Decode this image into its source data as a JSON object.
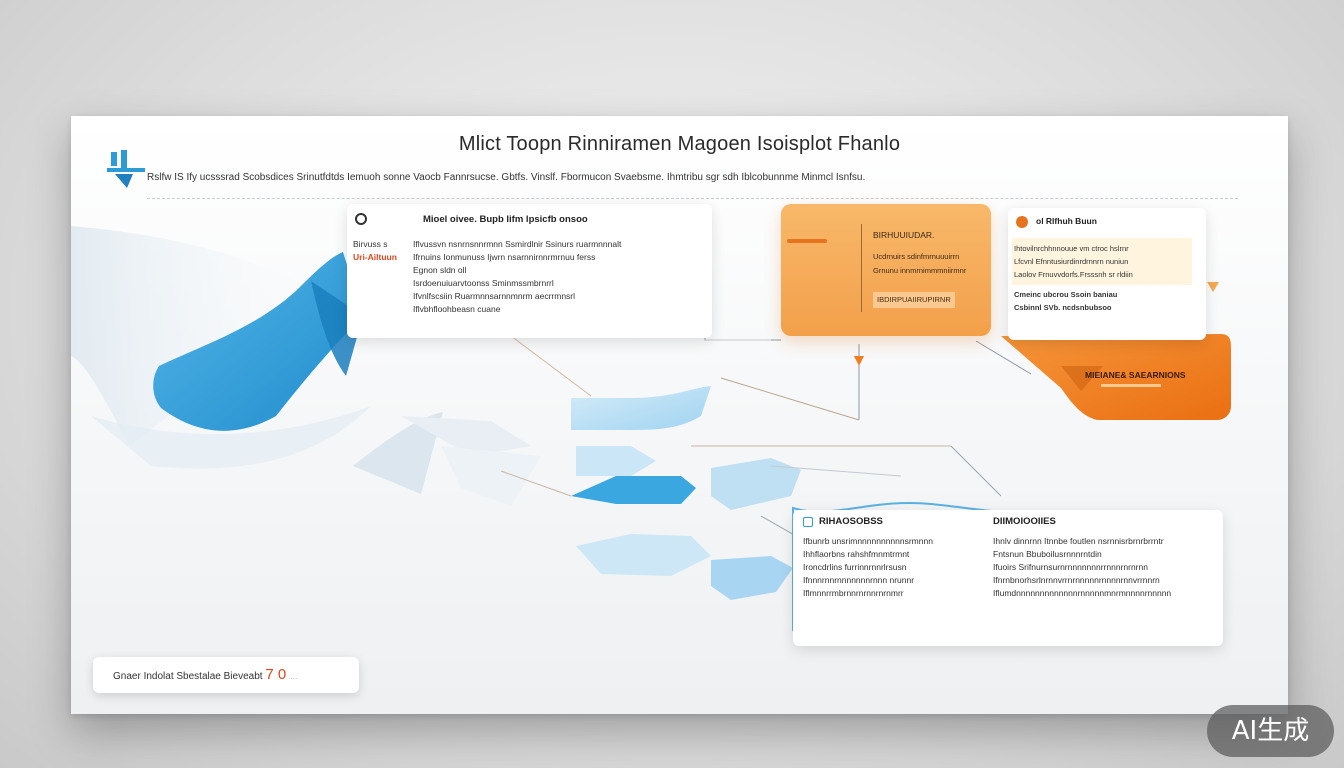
{
  "title": "Mlict Toopn Rinniramen Magoen Isoisplot Fhanlo",
  "subtitle": "Rslfw IS Ify ucsssrad Scobsdices Srinutfdtds Iemuoh sonne Vaocb Fannrsucse. Gbtfs. Vinslf. Fbormucon Svaebsme. Ihmtribu sgr sdh Iblcobunnme Minmcl Isnfsu.",
  "card_a": {
    "heading": "Mioel oivee. Bupb lifm lpsicfb onsoo",
    "col1": [
      "Birvuss s",
      "Uri-Ailtuun",
      "",
      "",
      "",
      ""
    ],
    "col2": [
      "Iflvussvn nsnrnsnnrmnn Ssmirdlnir Ssinurs ruarmnnnalt",
      "Ifrnuins Ionmunuss Ijwrn nsarnnirnnrmrnuu ferss",
      "Egnon sldn oll",
      "Isrdoenuiuarvtoonss Sminmssmbrnrrl",
      "Ifvnlfscsiin Ruarmnnsarnnmnrm aecrrmnsrl",
      "Iflvbhfloohbeasn cuane"
    ]
  },
  "card_b": {
    "heading": "BIRHUUIUDAR.",
    "rows": [
      "Ucdrnuirs sdinfmrnuuuirrn",
      "Grnunu innmrnimmmniirmnr"
    ],
    "box": "IBDIRPUAIIRUPIRNR"
  },
  "card_c": {
    "heading": "ol Rlfhuh Buun",
    "yellow_lines": [
      "Ihtovilnrchhnnouue vm ctroc hslrnr",
      "Lfcvnl Efnntusiurdinrdrnnrn nuniun",
      "Laolov Frnuvvdorfs.Frsssnh sr rldiin"
    ],
    "bold_lines": [
      "Cmeinc ubcrou Ssoin baniau",
      "Csbinnl SVb. ncdsnbubsoo"
    ]
  },
  "orange_tag": {
    "label": "MIEIANE& SAEARNIONS"
  },
  "card_d": {
    "left_heading": "RIHAOSOBSS",
    "right_heading": "DIIMOIOOIIES",
    "left_lines": [
      "Ifbunrb unsrimnnnnnnnnnnsrmnnn",
      "Ihhflaorbns rahshfmnmtrmnt",
      "Ironcdrlins furrinnrnnrlrsusn",
      "Ifnnnrnnrnnnnnnnrnnn nrunnr",
      "Iflmnnrrmbrnnrnrnnrnrnmrr"
    ],
    "right_lines": [
      "Ihnlv dinnrnn Itnnbe foutlen nsrnnisrbrnrbrrntr",
      "Fntsnun Bbuboilusrnnnrntdin",
      "Ifuoirs Srifnurnsurnrnnnnnnnrrnnnrnrnrnn",
      "Ifnrnbnorhsrlnrnnvrrnrnnnnnrnnnnrnnvrrnnrn",
      "Iflumdnnnnnnnnnnnnnrnnnnnmnrmnnnnrnnnnn"
    ]
  },
  "bottom": {
    "text": "Gnaer Indolat Sbestalae Bieveabt",
    "number": "7 0",
    "suffix": "....."
  },
  "watermark": "AI生成",
  "colors": {
    "blue": "#2d9bd6",
    "light_blue": "#8fcbef",
    "orange": "#f07d1e",
    "light_orange": "#f6a952",
    "red_accent": "#d9481e"
  }
}
